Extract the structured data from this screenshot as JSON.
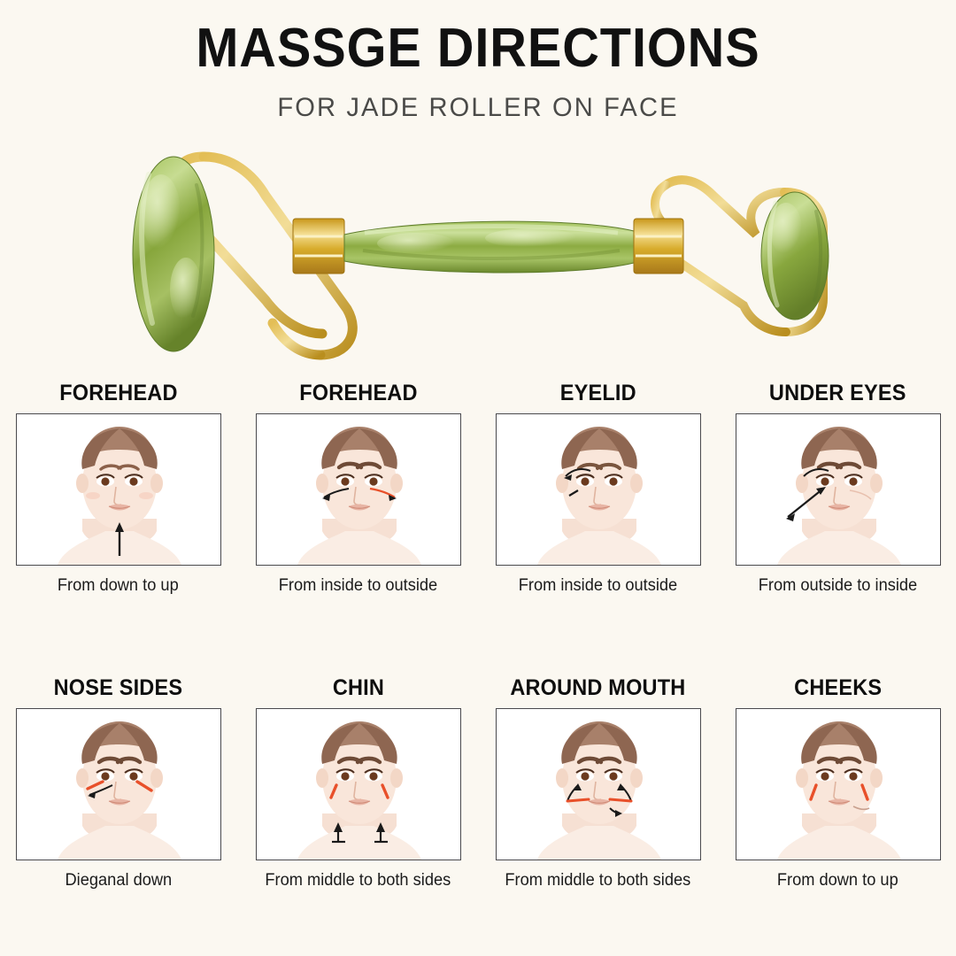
{
  "header": {
    "title": "MASSGE DIRECTIONS",
    "subtitle": "FOR JADE ROLLER ON FACE"
  },
  "product": {
    "name": "jade-face-roller",
    "jade_color": "#86A93F",
    "jade_light": "#C5D98A",
    "jade_dark": "#5E7C2C",
    "gold_color": "#D4A017",
    "gold_light": "#F0D780",
    "gold_dark": "#A8791A"
  },
  "palette": {
    "page_background": "#FBF8F1",
    "card_background": "#FFFFFF",
    "card_border": "#4A4A4E",
    "title_color": "#111111",
    "subtitle_color": "#4A4A48",
    "skin": "#F9E6DA",
    "skin_shadow": "#EFCDBC",
    "hair": "#A8806A",
    "hair_dark": "#7E5A45",
    "eye": "#6B3A1E",
    "lips": "#E8B4A4",
    "arrow_black": "#1A1A1A",
    "arrow_red": "#E8502A"
  },
  "cards": [
    {
      "title": "FOREHEAD",
      "caption": "From down to up",
      "direction": "up",
      "marker": "neck-up-arrow"
    },
    {
      "title": "FOREHEAD",
      "caption": "From inside to outside",
      "direction": "inside-to-outside",
      "marker": "cheek-outward-arrows"
    },
    {
      "title": "EYELID",
      "caption": "From inside to outside",
      "direction": "inside-to-outside",
      "marker": "eyelid-outward-arrow"
    },
    {
      "title": "UNDER EYES",
      "caption": "From outside to inside",
      "direction": "outside-to-inside",
      "marker": "under-eye-diagonal-arrow"
    },
    {
      "title": "NOSE SIDES",
      "caption": "Dieganal down",
      "direction": "diagonal-down",
      "marker": "nose-side-diagonal-arrows"
    },
    {
      "title": "CHIN",
      "caption": "From middle to both sides",
      "direction": "middle-to-sides",
      "marker": "jawline-arrows"
    },
    {
      "title": "AROUND MOUTH",
      "caption": "From middle to both sides",
      "direction": "middle-to-sides",
      "marker": "mouth-corner-arrows"
    },
    {
      "title": "CHEEKS",
      "caption": "From down to up",
      "direction": "up",
      "marker": "cheek-upward-marks"
    }
  ]
}
